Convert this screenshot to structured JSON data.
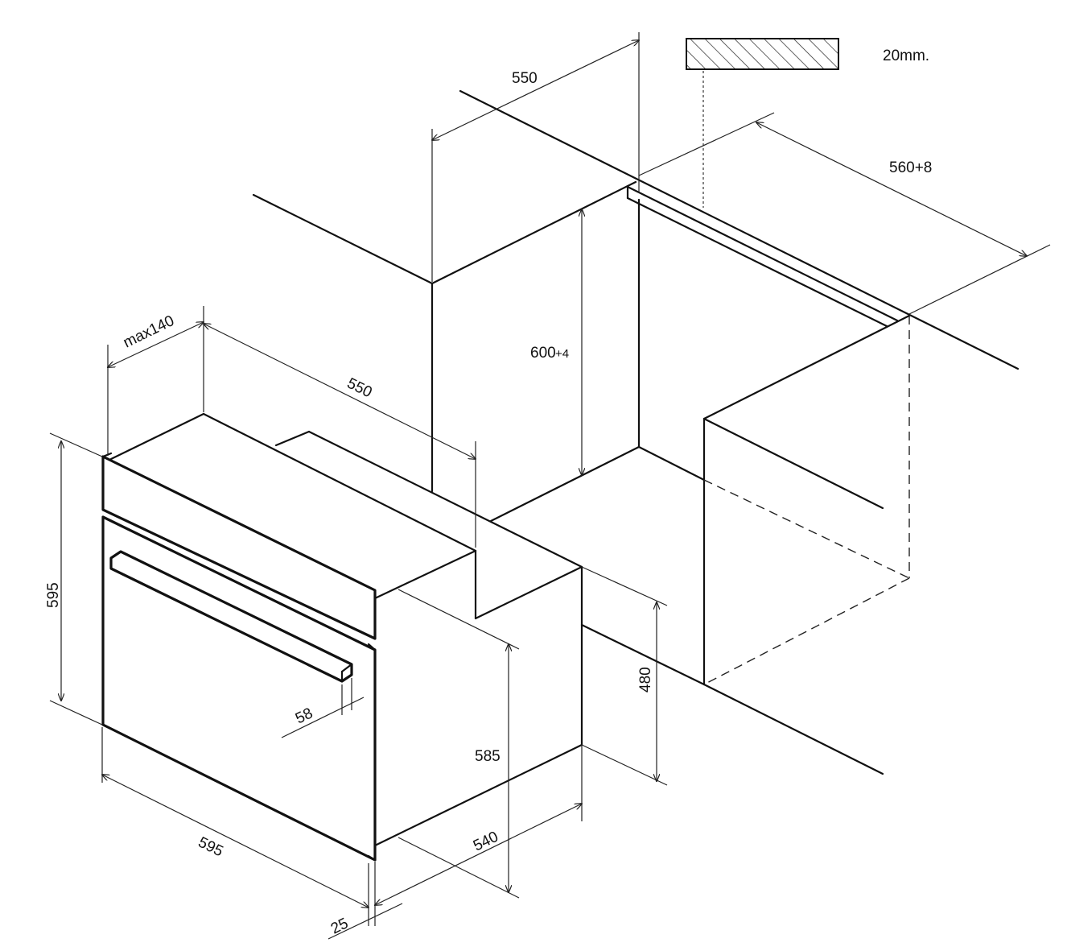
{
  "colors": {
    "stroke": "#111111",
    "background": "#ffffff"
  },
  "legend": {
    "thickness": "20mm."
  },
  "cabinet": {
    "depth": "550",
    "width": "560+8",
    "height_main": "600",
    "height_tol": "+4",
    "height_lower": "480"
  },
  "oven": {
    "max_depth": "max140",
    "depth": "550",
    "height": "595",
    "width": "595",
    "handle": "58",
    "body_height": "585",
    "body_depth": "540",
    "front": "25"
  }
}
